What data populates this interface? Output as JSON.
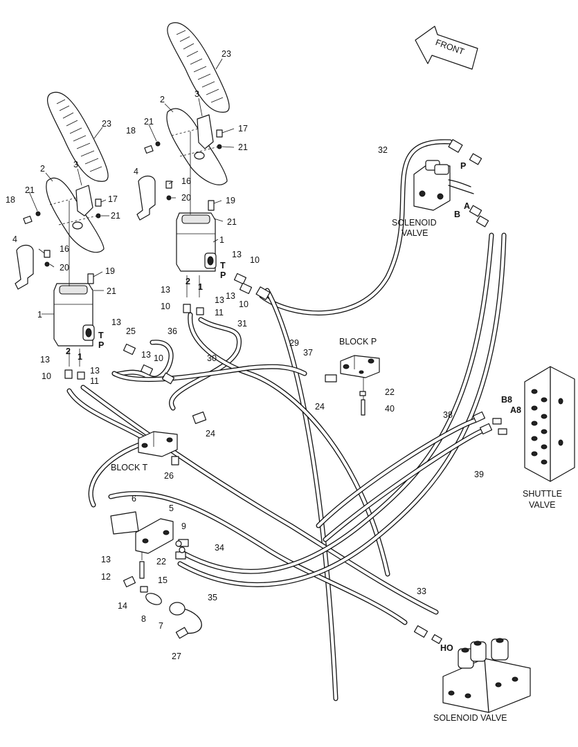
{
  "front_label": "FRONT",
  "captions": {
    "solenoid_valve_top_1": "SOLENOID",
    "solenoid_valve_top_2": "VALVE",
    "block_p": "BLOCK P",
    "block_t": "BLOCK T",
    "shuttle_valve_1": "SHUTTLE",
    "shuttle_valve_2": "VALVE",
    "solenoid_valve_bottom": "SOLENOID VALVE"
  },
  "ports": {
    "p_top": "P",
    "a_top": "A",
    "b_top": "B",
    "t_right": "T",
    "p_right": "P",
    "two_right": "2",
    "one_right": "1",
    "t_left": "T",
    "p_left": "P",
    "two_left": "2",
    "one_left": "1",
    "b8": "B8",
    "a8": "A8",
    "ho": "HO"
  },
  "callouts": [
    {
      "id": "c23a",
      "text": "23"
    },
    {
      "id": "c23b",
      "text": "23"
    },
    {
      "id": "c2a",
      "text": "2"
    },
    {
      "id": "c3a",
      "text": "3"
    },
    {
      "id": "c2b",
      "text": "2"
    },
    {
      "id": "c3b",
      "text": "3"
    },
    {
      "id": "c18a",
      "text": "18"
    },
    {
      "id": "c21a",
      "text": "21"
    },
    {
      "id": "c17a",
      "text": "17"
    },
    {
      "id": "c21b",
      "text": "21"
    },
    {
      "id": "c18b",
      "text": "18"
    },
    {
      "id": "c21c",
      "text": "21"
    },
    {
      "id": "c17b",
      "text": "17"
    },
    {
      "id": "c21d",
      "text": "21"
    },
    {
      "id": "c4a",
      "text": "4"
    },
    {
      "id": "c16a",
      "text": "16"
    },
    {
      "id": "c20a",
      "text": "20"
    },
    {
      "id": "c4b",
      "text": "4"
    },
    {
      "id": "c16b",
      "text": "16"
    },
    {
      "id": "c20b",
      "text": "20"
    },
    {
      "id": "c19a",
      "text": "19"
    },
    {
      "id": "c21e",
      "text": "21"
    },
    {
      "id": "c1a",
      "text": "1"
    },
    {
      "id": "c19b",
      "text": "19"
    },
    {
      "id": "c21f",
      "text": "21"
    },
    {
      "id": "c1b",
      "text": "1"
    },
    {
      "id": "c13a",
      "text": "13"
    },
    {
      "id": "c10a",
      "text": "10"
    },
    {
      "id": "c13b",
      "text": "13"
    },
    {
      "id": "c10b",
      "text": "10"
    },
    {
      "id": "c13c",
      "text": "13"
    },
    {
      "id": "c10c",
      "text": "10"
    },
    {
      "id": "c13d",
      "text": "13"
    },
    {
      "id": "c11a",
      "text": "11"
    },
    {
      "id": "c32",
      "text": "32"
    },
    {
      "id": "c31",
      "text": "31"
    },
    {
      "id": "c29",
      "text": "29"
    },
    {
      "id": "c30",
      "text": "30"
    },
    {
      "id": "c13e",
      "text": "13"
    },
    {
      "id": "c25",
      "text": "25"
    },
    {
      "id": "c36",
      "text": "36"
    },
    {
      "id": "c13f",
      "text": "13"
    },
    {
      "id": "c10d",
      "text": "10"
    },
    {
      "id": "c13g",
      "text": "13"
    },
    {
      "id": "c10e",
      "text": "10"
    },
    {
      "id": "c13h",
      "text": "13"
    },
    {
      "id": "c11b",
      "text": "11"
    },
    {
      "id": "c37",
      "text": "37"
    },
    {
      "id": "c24a",
      "text": "24"
    },
    {
      "id": "c22a",
      "text": "22"
    },
    {
      "id": "c40",
      "text": "40"
    },
    {
      "id": "c24b",
      "text": "24"
    },
    {
      "id": "c26",
      "text": "26"
    },
    {
      "id": "c38",
      "text": "38"
    },
    {
      "id": "c39",
      "text": "39"
    },
    {
      "id": "c6",
      "text": "6"
    },
    {
      "id": "c5",
      "text": "5"
    },
    {
      "id": "c9",
      "text": "9"
    },
    {
      "id": "c13i",
      "text": "13"
    },
    {
      "id": "c22b",
      "text": "22"
    },
    {
      "id": "c12",
      "text": "12"
    },
    {
      "id": "c15",
      "text": "15"
    },
    {
      "id": "c14",
      "text": "14"
    },
    {
      "id": "c8",
      "text": "8"
    },
    {
      "id": "c7",
      "text": "7"
    },
    {
      "id": "c27",
      "text": "27"
    },
    {
      "id": "c34",
      "text": "34"
    },
    {
      "id": "c35",
      "text": "35"
    },
    {
      "id": "c33",
      "text": "33"
    }
  ]
}
